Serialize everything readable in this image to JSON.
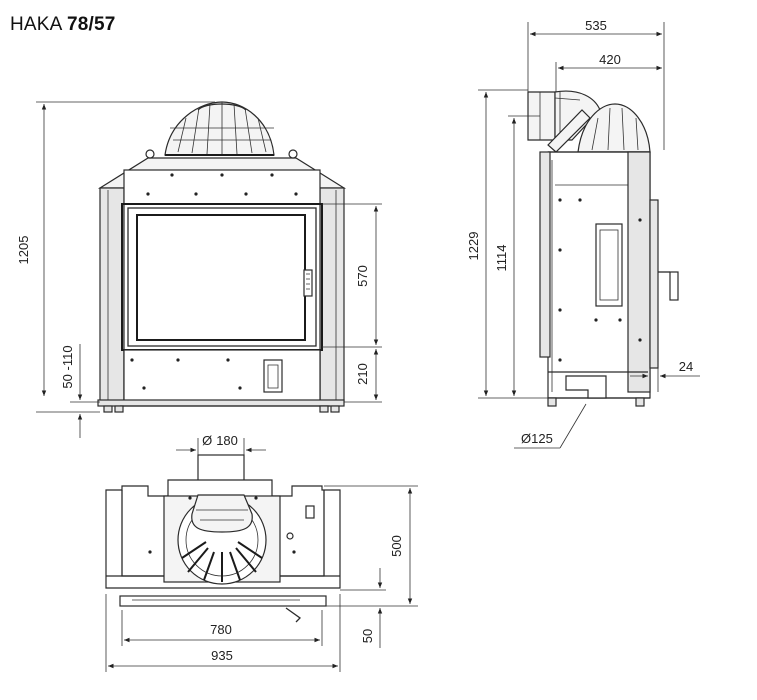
{
  "title": {
    "model_prefix": "HAKA",
    "model_size": "78/57"
  },
  "front_view": {
    "height_total": "1205",
    "glass_height": "570",
    "lower_height": "210",
    "leg_range": "50 -110"
  },
  "side_view": {
    "depth_total": "535",
    "flue_offset": "420",
    "height_total": "1229",
    "height_body": "1114",
    "door_projection": "24",
    "air_inlet": "125"
  },
  "top_view": {
    "flue_diameter": "180",
    "depth": "500",
    "inner_width": "780",
    "front_offset": "50",
    "total_width": "935"
  },
  "symbols": {
    "diameter": "Ø"
  }
}
